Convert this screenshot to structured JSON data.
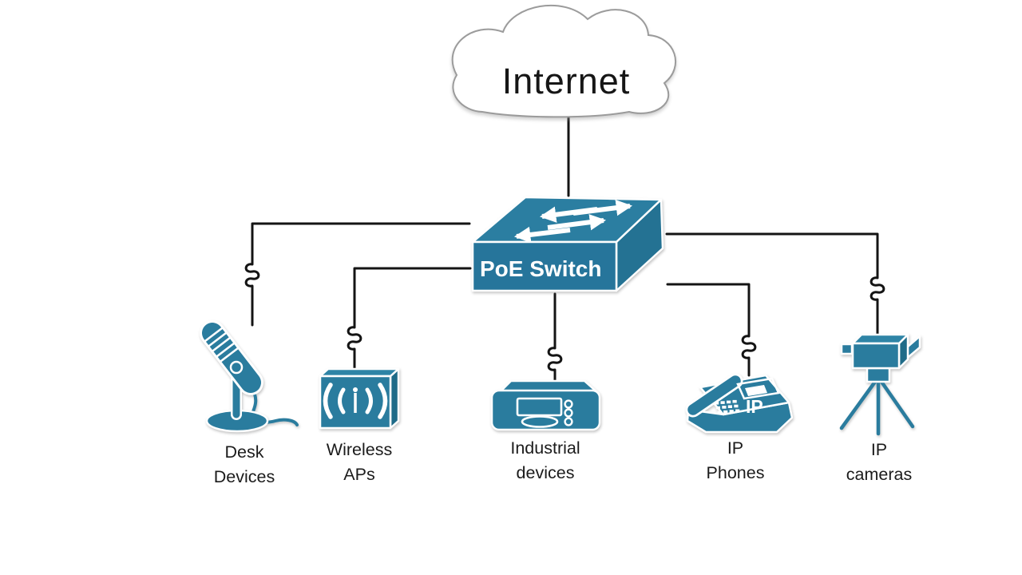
{
  "colors": {
    "accent": "#2A7C9E",
    "accent_light": "#2E84A6",
    "accent_dark": "#1F6B88",
    "sw_top": "#2B7EA1",
    "sw_front": "#26759B",
    "sw_side": "#247293",
    "wire": "#141414",
    "label_text": "#1B1B1B",
    "cloud_stroke": "#9B9B9B"
  },
  "internet_label": "Internet",
  "switch_label": "PoE Switch",
  "phone_badge": "IP",
  "devices": [
    {
      "name": "desk-devices",
      "label": "Desk\nDevices",
      "icon": "microphone-icon"
    },
    {
      "name": "wireless-aps",
      "label": "Wireless\nAPs",
      "icon": "wireless-ap-icon"
    },
    {
      "name": "industrial-devices",
      "label": "Industrial\ndevices",
      "icon": "industrial-device-icon"
    },
    {
      "name": "ip-phones",
      "label": "IP\nPhones",
      "icon": "ip-phone-icon"
    },
    {
      "name": "ip-cameras",
      "label": "IP\ncameras",
      "icon": "ip-camera-icon"
    }
  ]
}
